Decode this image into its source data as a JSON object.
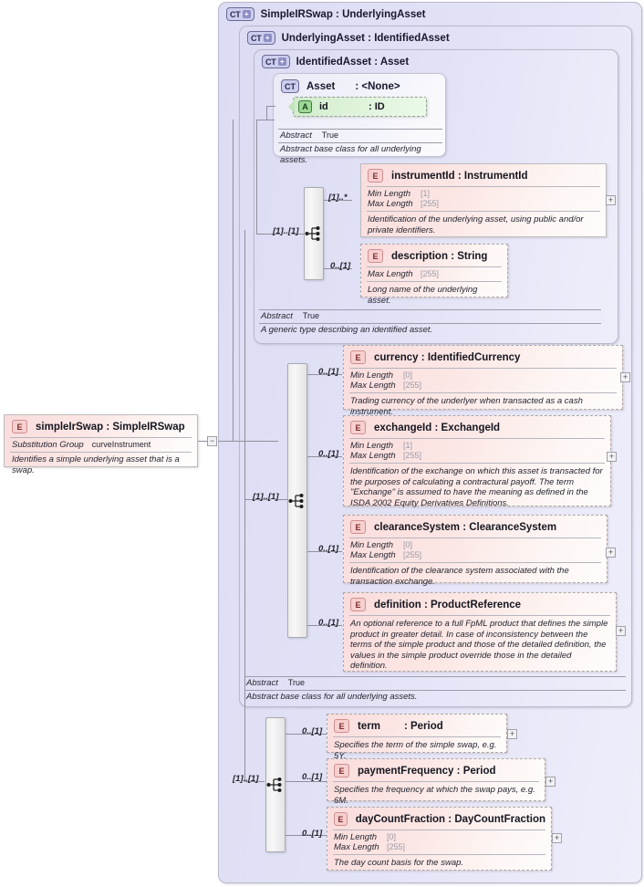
{
  "diagram": {
    "title": "XSD diagram for SimpleIRSwap : UnderlyingAsset"
  },
  "root_element": {
    "badge": "E",
    "name": "simpleIrSwap",
    "separator": ":",
    "type": "SimpleIRSwap",
    "facet_label": "Substitution Group",
    "facet_value": "curveInstrument",
    "doc": "Identifies a simple underlying asset that is a swap.",
    "handle": "−"
  },
  "containers": [
    {
      "badge": "CT",
      "plus": "+",
      "title": "SimpleIRSwap : UnderlyingAsset"
    },
    {
      "badge": "CT",
      "plus": "+",
      "title": "UnderlyingAsset : IdentifiedAsset"
    },
    {
      "badge": "CT",
      "plus": "+",
      "title": "IdentifiedAsset : Asset"
    }
  ],
  "asset_card": {
    "badge": "CT",
    "name": "Asset",
    "separator": ":",
    "type": "<None>",
    "attribute": {
      "badge": "A",
      "name": "id",
      "separator": ":",
      "type": "ID"
    },
    "abstract_label": "Abstract",
    "abstract_value": "True",
    "doc": "Abstract base class for all underlying assets."
  },
  "identified_asset_footer": {
    "abstract_label": "Abstract",
    "abstract_value": "True",
    "doc": "A generic type describing an identified asset."
  },
  "underlying_asset_footer": {
    "abstract_label": "Abstract",
    "abstract_value": "True",
    "doc": "Abstract base class for all underlying assets."
  },
  "groups": [
    {
      "name": "identified-asset-sequence",
      "cardinality": "[1]..[1]"
    },
    {
      "name": "underlying-asset-sequence",
      "cardinality": "[1]..[1]"
    },
    {
      "name": "simple-ir-swap-sequence",
      "cardinality": "[1]..[1]"
    }
  ],
  "elements": [
    {
      "id": "instrumentId",
      "badge": "E",
      "name": "instrumentId",
      "separator": ":",
      "type": "InstrumentId",
      "cardinality": "[1]..*",
      "required": true,
      "facets": [
        {
          "name": "Min Length",
          "value": "[1]"
        },
        {
          "name": "Max Length",
          "value": "[255]"
        }
      ],
      "doc": "Identification of the underlying asset, using public and/or private identifiers.",
      "handle": "+"
    },
    {
      "id": "description",
      "badge": "E",
      "name": "description",
      "separator": ":",
      "type": "String",
      "cardinality": "0..[1]",
      "required": false,
      "facets": [
        {
          "name": "Max Length",
          "value": "[255]"
        }
      ],
      "doc": "Long name of the underlying asset.",
      "handle": ""
    },
    {
      "id": "currency",
      "badge": "E",
      "name": "currency",
      "separator": ":",
      "type": "IdentifiedCurrency",
      "cardinality": "0..[1]",
      "required": false,
      "facets": [
        {
          "name": "Min Length",
          "value": "[0]"
        },
        {
          "name": "Max Length",
          "value": "[255]"
        }
      ],
      "doc": "Trading currency of the underlyer when transacted as a cash instrument.",
      "handle": "+"
    },
    {
      "id": "exchangeId",
      "badge": "E",
      "name": "exchangeId",
      "separator": ":",
      "type": "ExchangeId",
      "cardinality": "0..[1]",
      "required": false,
      "facets": [
        {
          "name": "Min Length",
          "value": "[1]"
        },
        {
          "name": "Max Length",
          "value": "[255]"
        }
      ],
      "doc": "Identification of the exchange on which this asset is transacted for the purposes of calculating a contractural payoff. The term \"Exchange\" is assumed to have the meaning as defined in the ISDA 2002 Equity Derivatives Definitions.",
      "handle": "+"
    },
    {
      "id": "clearanceSystem",
      "badge": "E",
      "name": "clearanceSystem",
      "separator": ":",
      "type": "ClearanceSystem",
      "cardinality": "0..[1]",
      "required": false,
      "facets": [
        {
          "name": "Min Length",
          "value": "[0]"
        },
        {
          "name": "Max Length",
          "value": "[255]"
        }
      ],
      "doc": "Identification of the clearance system associated with the transaction exchange.",
      "handle": "+"
    },
    {
      "id": "definition",
      "badge": "E",
      "name": "definition",
      "separator": ":",
      "type": "ProductReference",
      "cardinality": "0..[1]",
      "required": false,
      "facets": [],
      "doc": "An optional reference to a full FpML product that defines the simple product in greater detail. In case of inconsistency between the terms of the simple product and those of the detailed definition, the values in the simple product override those in the detailed definition.",
      "handle": "+"
    },
    {
      "id": "term",
      "badge": "E",
      "name": "term",
      "separator": ":",
      "type": "Period",
      "cardinality": "0..[1]",
      "required": false,
      "facets": [],
      "doc": "Specifies the term of the simple swap, e.g. 5Y.",
      "handle": "+"
    },
    {
      "id": "paymentFrequency",
      "badge": "E",
      "name": "paymentFrequency",
      "separator": ":",
      "type": "Period",
      "cardinality": "0..[1]",
      "required": false,
      "facets": [],
      "doc": "Specifies the frequency at which the swap pays, e.g. 6M.",
      "handle": "+"
    },
    {
      "id": "dayCountFraction",
      "badge": "E",
      "name": "dayCountFraction",
      "separator": ":",
      "type": "DayCountFraction",
      "cardinality": "0..[1]",
      "required": false,
      "facets": [
        {
          "name": "Min Length",
          "value": "[0]"
        },
        {
          "name": "Max Length",
          "value": "[255]"
        }
      ],
      "doc": "The day count basis for the swap.",
      "handle": "+"
    }
  ],
  "colors": {
    "container_fill": "#dcdcf4",
    "element_fill": "#fadcdc",
    "attribute_fill": "#cfeccb",
    "line": "#8f8f9c"
  }
}
